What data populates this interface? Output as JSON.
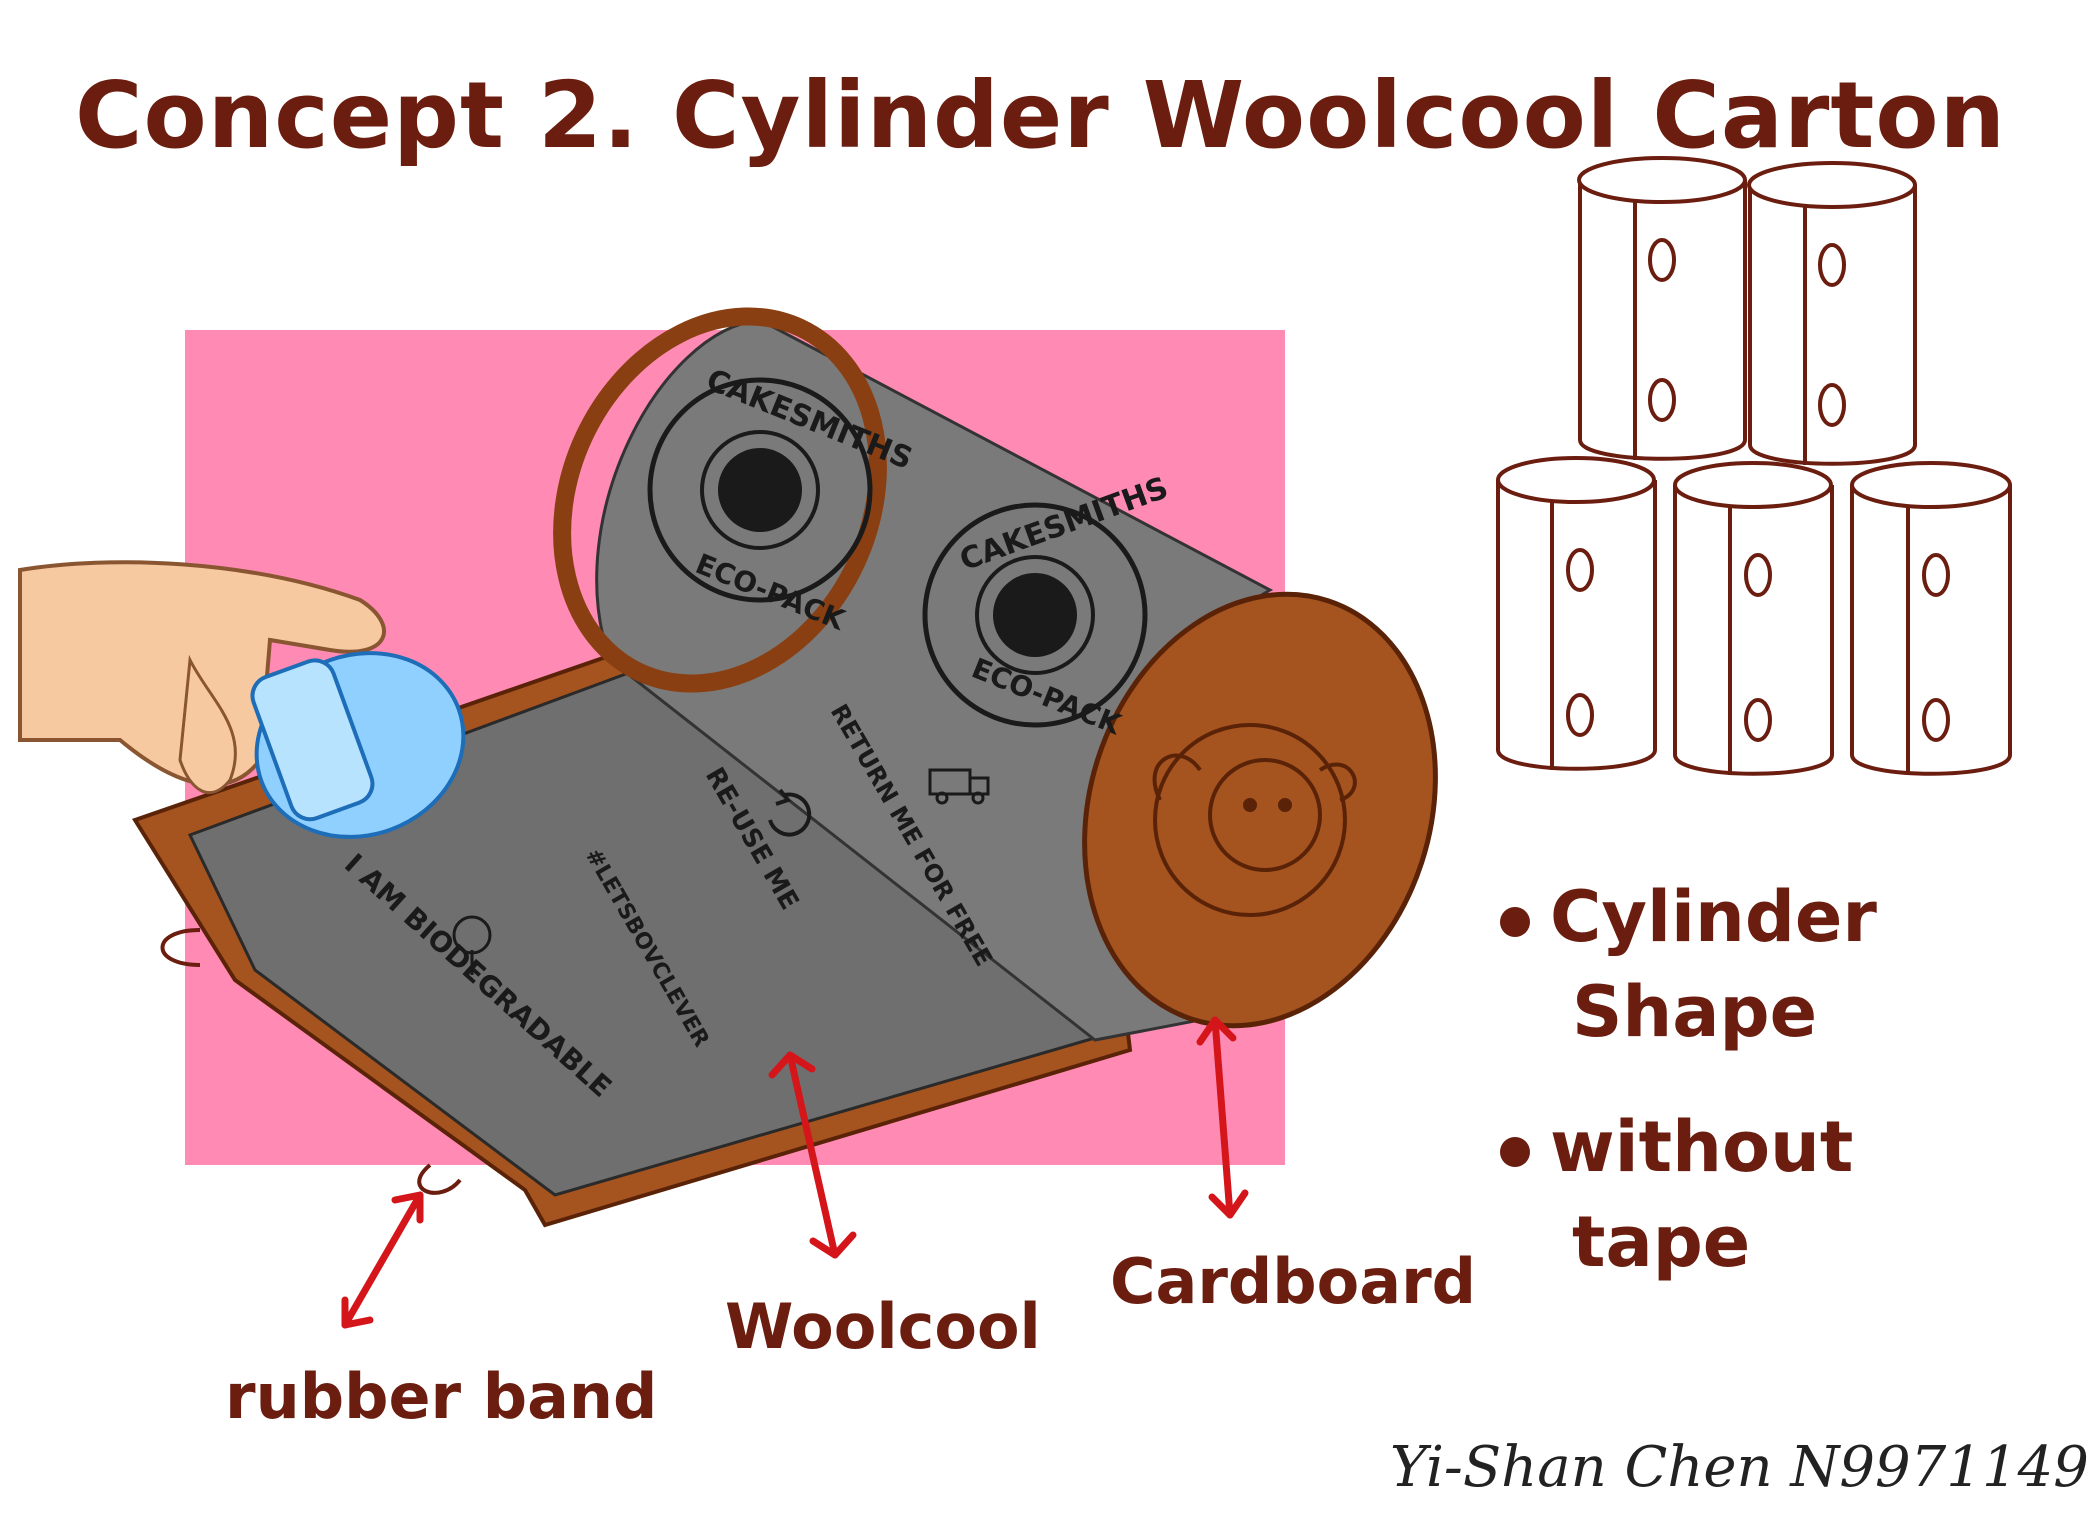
{
  "title": "Concept 2. Cylinder Woolcool Carton",
  "labels": {
    "rubber_band": "rubber band",
    "woolcool": "Woolcool",
    "cardboard": "Cardboard"
  },
  "bullets": [
    {
      "line1": "Cylinder",
      "line2": "Shape"
    },
    {
      "line1": "without",
      "line2": "tape"
    }
  ],
  "liner_print": {
    "brand": "CAKESMITHS",
    "sub": "ECO-PACK",
    "return": "RETURN ME FOR FREE",
    "reuse": "RE-USE ME",
    "biodegradable": "I AM BIODEGRADABLE",
    "hashtag": "#LETSBOVCLEVER"
  },
  "signature": "Yi-Shan Chen N9971149",
  "colors": {
    "ink": "#6b1d0f",
    "pink": "#ff8ab3",
    "cardboard": "#a5531f",
    "liner": "#6f6f6f",
    "bottle": "#8fd0ff",
    "arrow": "#d4161b"
  },
  "icons": [
    "sheep-logo-icon",
    "tree-icon",
    "truck-icon",
    "recycle-icon",
    "ram-head-icon"
  ]
}
